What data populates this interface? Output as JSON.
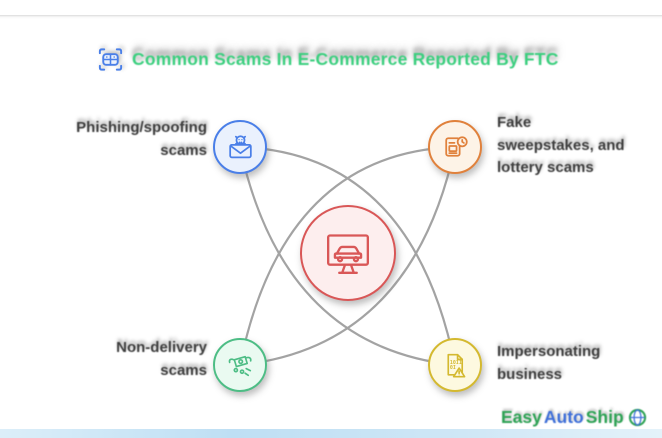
{
  "title": {
    "text": "Common Scams In E-Commerce Reported By FTC",
    "icon": "face-scan-icon",
    "color": "#3ccf7f"
  },
  "center_node": {
    "icon": "online-car-shopping-icon",
    "accent": "#d95757"
  },
  "nodes": {
    "top_left": {
      "label_lines": [
        "Phishing/spoofing",
        "scams"
      ],
      "icon": "phishing-email-icon",
      "accent": "#4a7fe8"
    },
    "top_right": {
      "label_lines": [
        "Fake",
        "sweepstakes, and",
        "lottery scams"
      ],
      "icon": "fake-news-clock-icon",
      "accent": "#e0813c"
    },
    "bottom_left": {
      "label_lines": [
        "Non-delivery",
        "scams"
      ],
      "icon": "money-wings-icon",
      "accent": "#4dbd85"
    },
    "bottom_right": {
      "label_lines": [
        "Impersonating",
        "business"
      ],
      "icon": "data-fraud-warning-icon",
      "accent": "#d4b92f"
    }
  },
  "connectors": {
    "color": "#9a9a9a"
  },
  "footer": {
    "bar_color": "#cfe5f5",
    "logo": {
      "parts": [
        {
          "text": "Easy",
          "color": "#2fa356"
        },
        {
          "text": "Auto",
          "color": "#3e6fd9"
        },
        {
          "text": "Ship",
          "color": "#2fa356"
        }
      ],
      "icon": "globe-icon"
    }
  }
}
